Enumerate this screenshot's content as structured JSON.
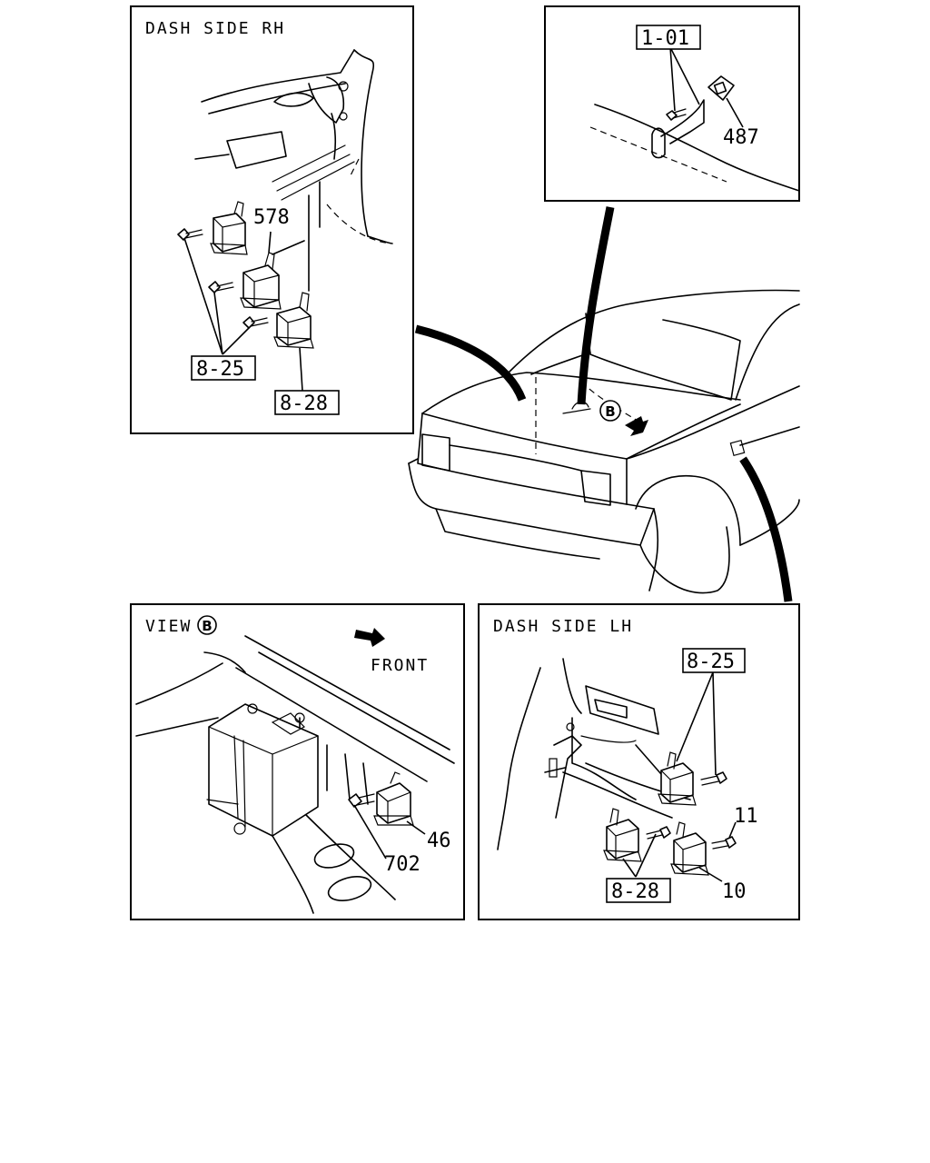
{
  "panels": {
    "dash_rh": {
      "title": "DASH SIDE RH",
      "labels": {
        "p578": "578",
        "p825": "8-25",
        "p828": "8-28"
      }
    },
    "top_right": {
      "labels": {
        "p101": "1-01",
        "p487": "487"
      }
    },
    "view_b": {
      "title": "VIEW",
      "view_mark": "B",
      "front_label": "FRONT",
      "labels": {
        "p46": "46",
        "p702": "702"
      }
    },
    "dash_lh": {
      "title": "DASH SIDE LH",
      "labels": {
        "p825": "8-25",
        "p11": "11",
        "p828": "8-28",
        "p10": "10"
      }
    }
  },
  "vehicle": {
    "view_mark": "B"
  }
}
